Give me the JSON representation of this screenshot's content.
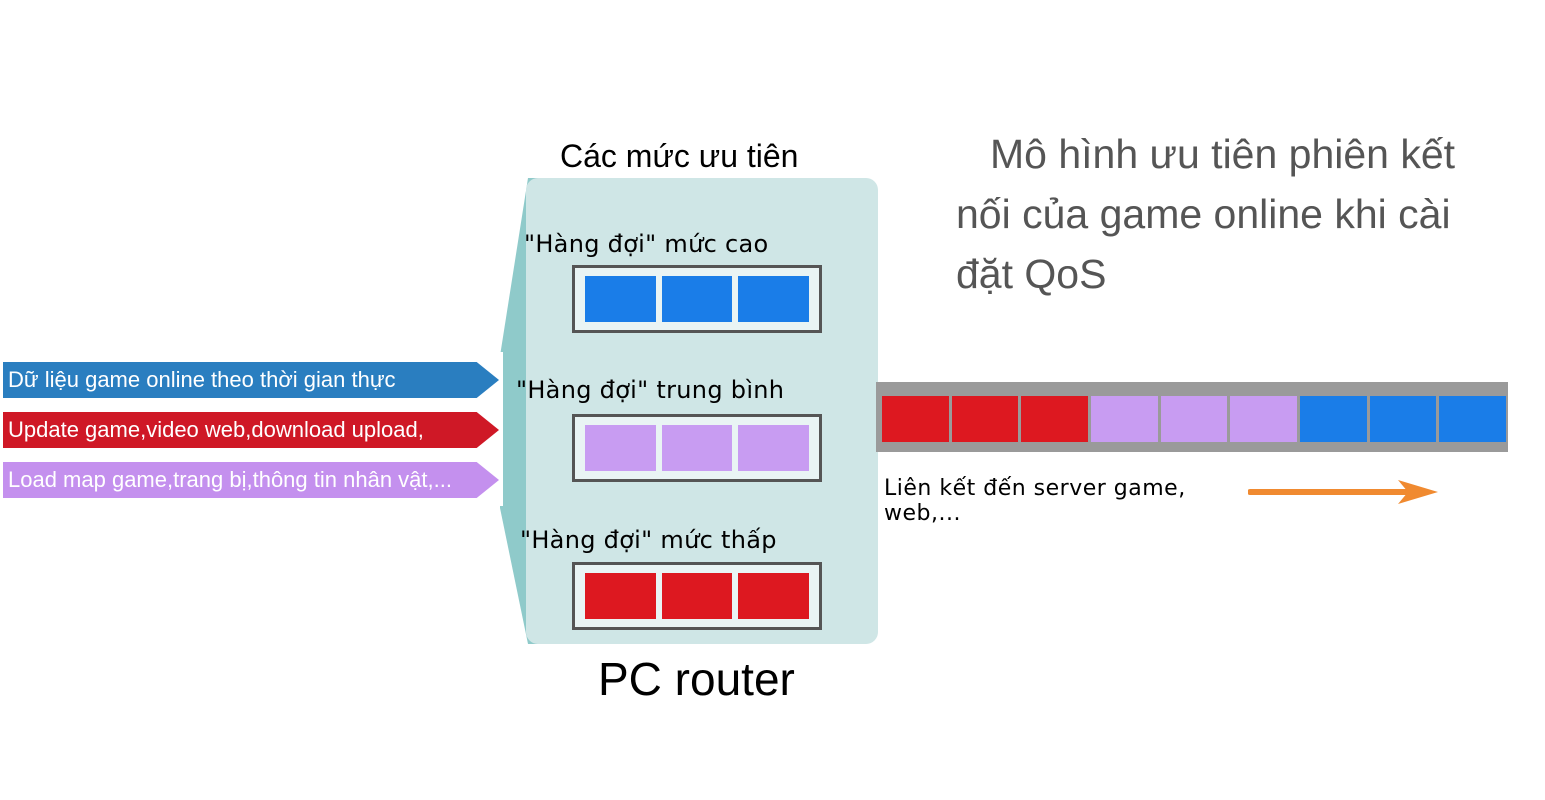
{
  "title": "Mô hình ưu tiên phiên kết nối của game online khi cài đặt QoS",
  "router": {
    "header": "Các mức ưu tiên",
    "name": "PC router",
    "queues": [
      {
        "label": "\"Hàng đợi\" mức cao",
        "color": "#1a7de8",
        "cells": 3
      },
      {
        "label": "\"Hàng đợi\" trung bình",
        "color": "#c89cf2",
        "cells": 3
      },
      {
        "label": "\"Hàng đợi\" mức thấp",
        "color": "#dd1820",
        "cells": 3
      }
    ]
  },
  "inputs": [
    {
      "label": "Dữ liệu game online theo thời gian thực",
      "color": "#2a7ec0"
    },
    {
      "label": "Update game,video web,download upload,",
      "color": "#cf1826"
    },
    {
      "label": "Load map game,trang bị,thông tin nhân vật,...",
      "color": "#c490ee"
    }
  ],
  "link": {
    "label": "Liên kết đến server game, web,...",
    "sequence": [
      "#dd1820",
      "#dd1820",
      "#dd1820",
      "#c89cf2",
      "#c89cf2",
      "#c89cf2",
      "#1a7de8",
      "#1a7de8",
      "#1a7de8"
    ],
    "arrow_color": "#f08a30"
  }
}
